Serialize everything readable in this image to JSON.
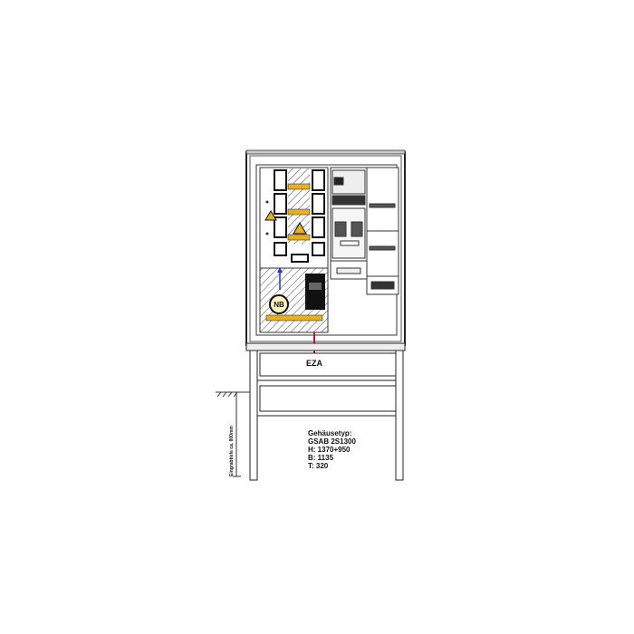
{
  "labels": {
    "feed_label": "EZA",
    "nb_label": "NB",
    "depth_label": "Eingrabtiefe ca. 800mm"
  },
  "spec": {
    "line1": "Gehäusetyp:",
    "line2": "GSAB 2S1300",
    "line3": "H: 1370+950",
    "line4": "B: 1135",
    "line5": "T: 320"
  },
  "colors": {
    "busbar": "#e8b020",
    "feed_arrow": "#cc1122",
    "nb_arrow": "#2233cc"
  }
}
